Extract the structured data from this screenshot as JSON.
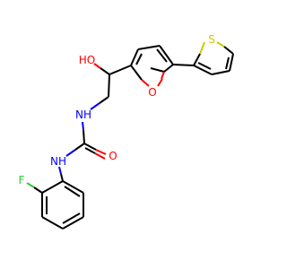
{
  "molecule": {
    "atoms": {
      "hydroxyl": "HO",
      "furan_oxygen": "O",
      "thiophene_sulfur": "S",
      "amine_upper": "NH",
      "amine_lower": "NH",
      "carbonyl_oxygen": "O",
      "fluorine": "F"
    },
    "colors": {
      "carbon": "#000000",
      "oxygen": "#ff0000",
      "nitrogen": "#0000ff",
      "sulfur": "#cccc00",
      "fluorine": "#33cc33"
    }
  }
}
